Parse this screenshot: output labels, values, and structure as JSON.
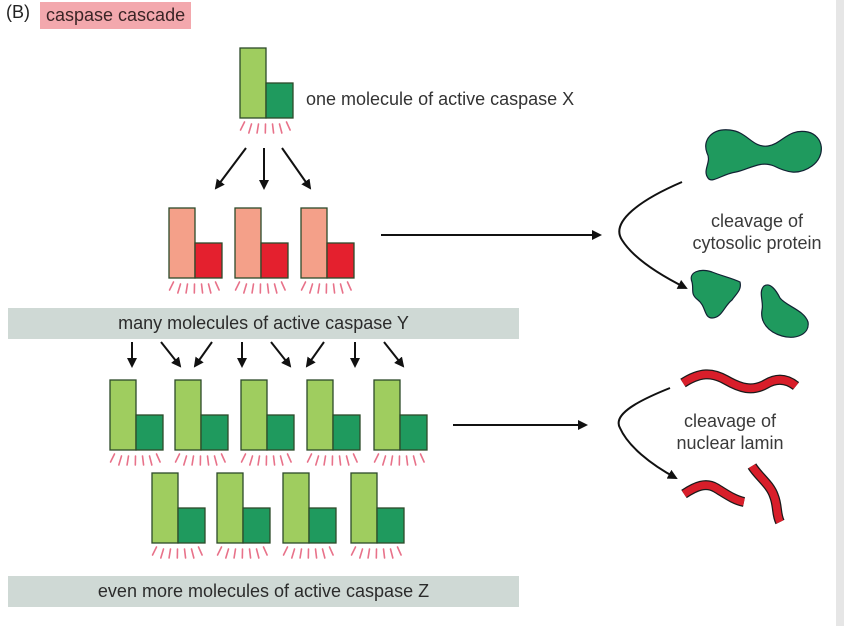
{
  "figure": {
    "panel_label": "(B)",
    "title": "caspase cascade"
  },
  "levels": {
    "caspase_x": {
      "caption": "one molecule of active caspase X",
      "count": 1
    },
    "caspase_y": {
      "caption": "many molecules of active caspase Y",
      "count": 3
    },
    "caspase_z": {
      "caption": "even more molecules of active caspase Z",
      "count": 9
    }
  },
  "targets": {
    "cytosolic": {
      "label_line1": "cleavage of",
      "label_line2": "cytosolic protein"
    },
    "lamin": {
      "label_line1": "cleavage of",
      "label_line2": "nuclear lamin"
    }
  },
  "colors": {
    "green_light": "#9fcd5f",
    "green_dark": "#1f9a5e",
    "salmon_light": "#f4a089",
    "red_dark": "#e4202e",
    "activity_ticks": "#e8728a",
    "band_gray": "#cfd9d5",
    "title_pink": "#f3a8ad",
    "protein_green": "#1f9a5e",
    "lamin_red": "#d81e2a"
  }
}
